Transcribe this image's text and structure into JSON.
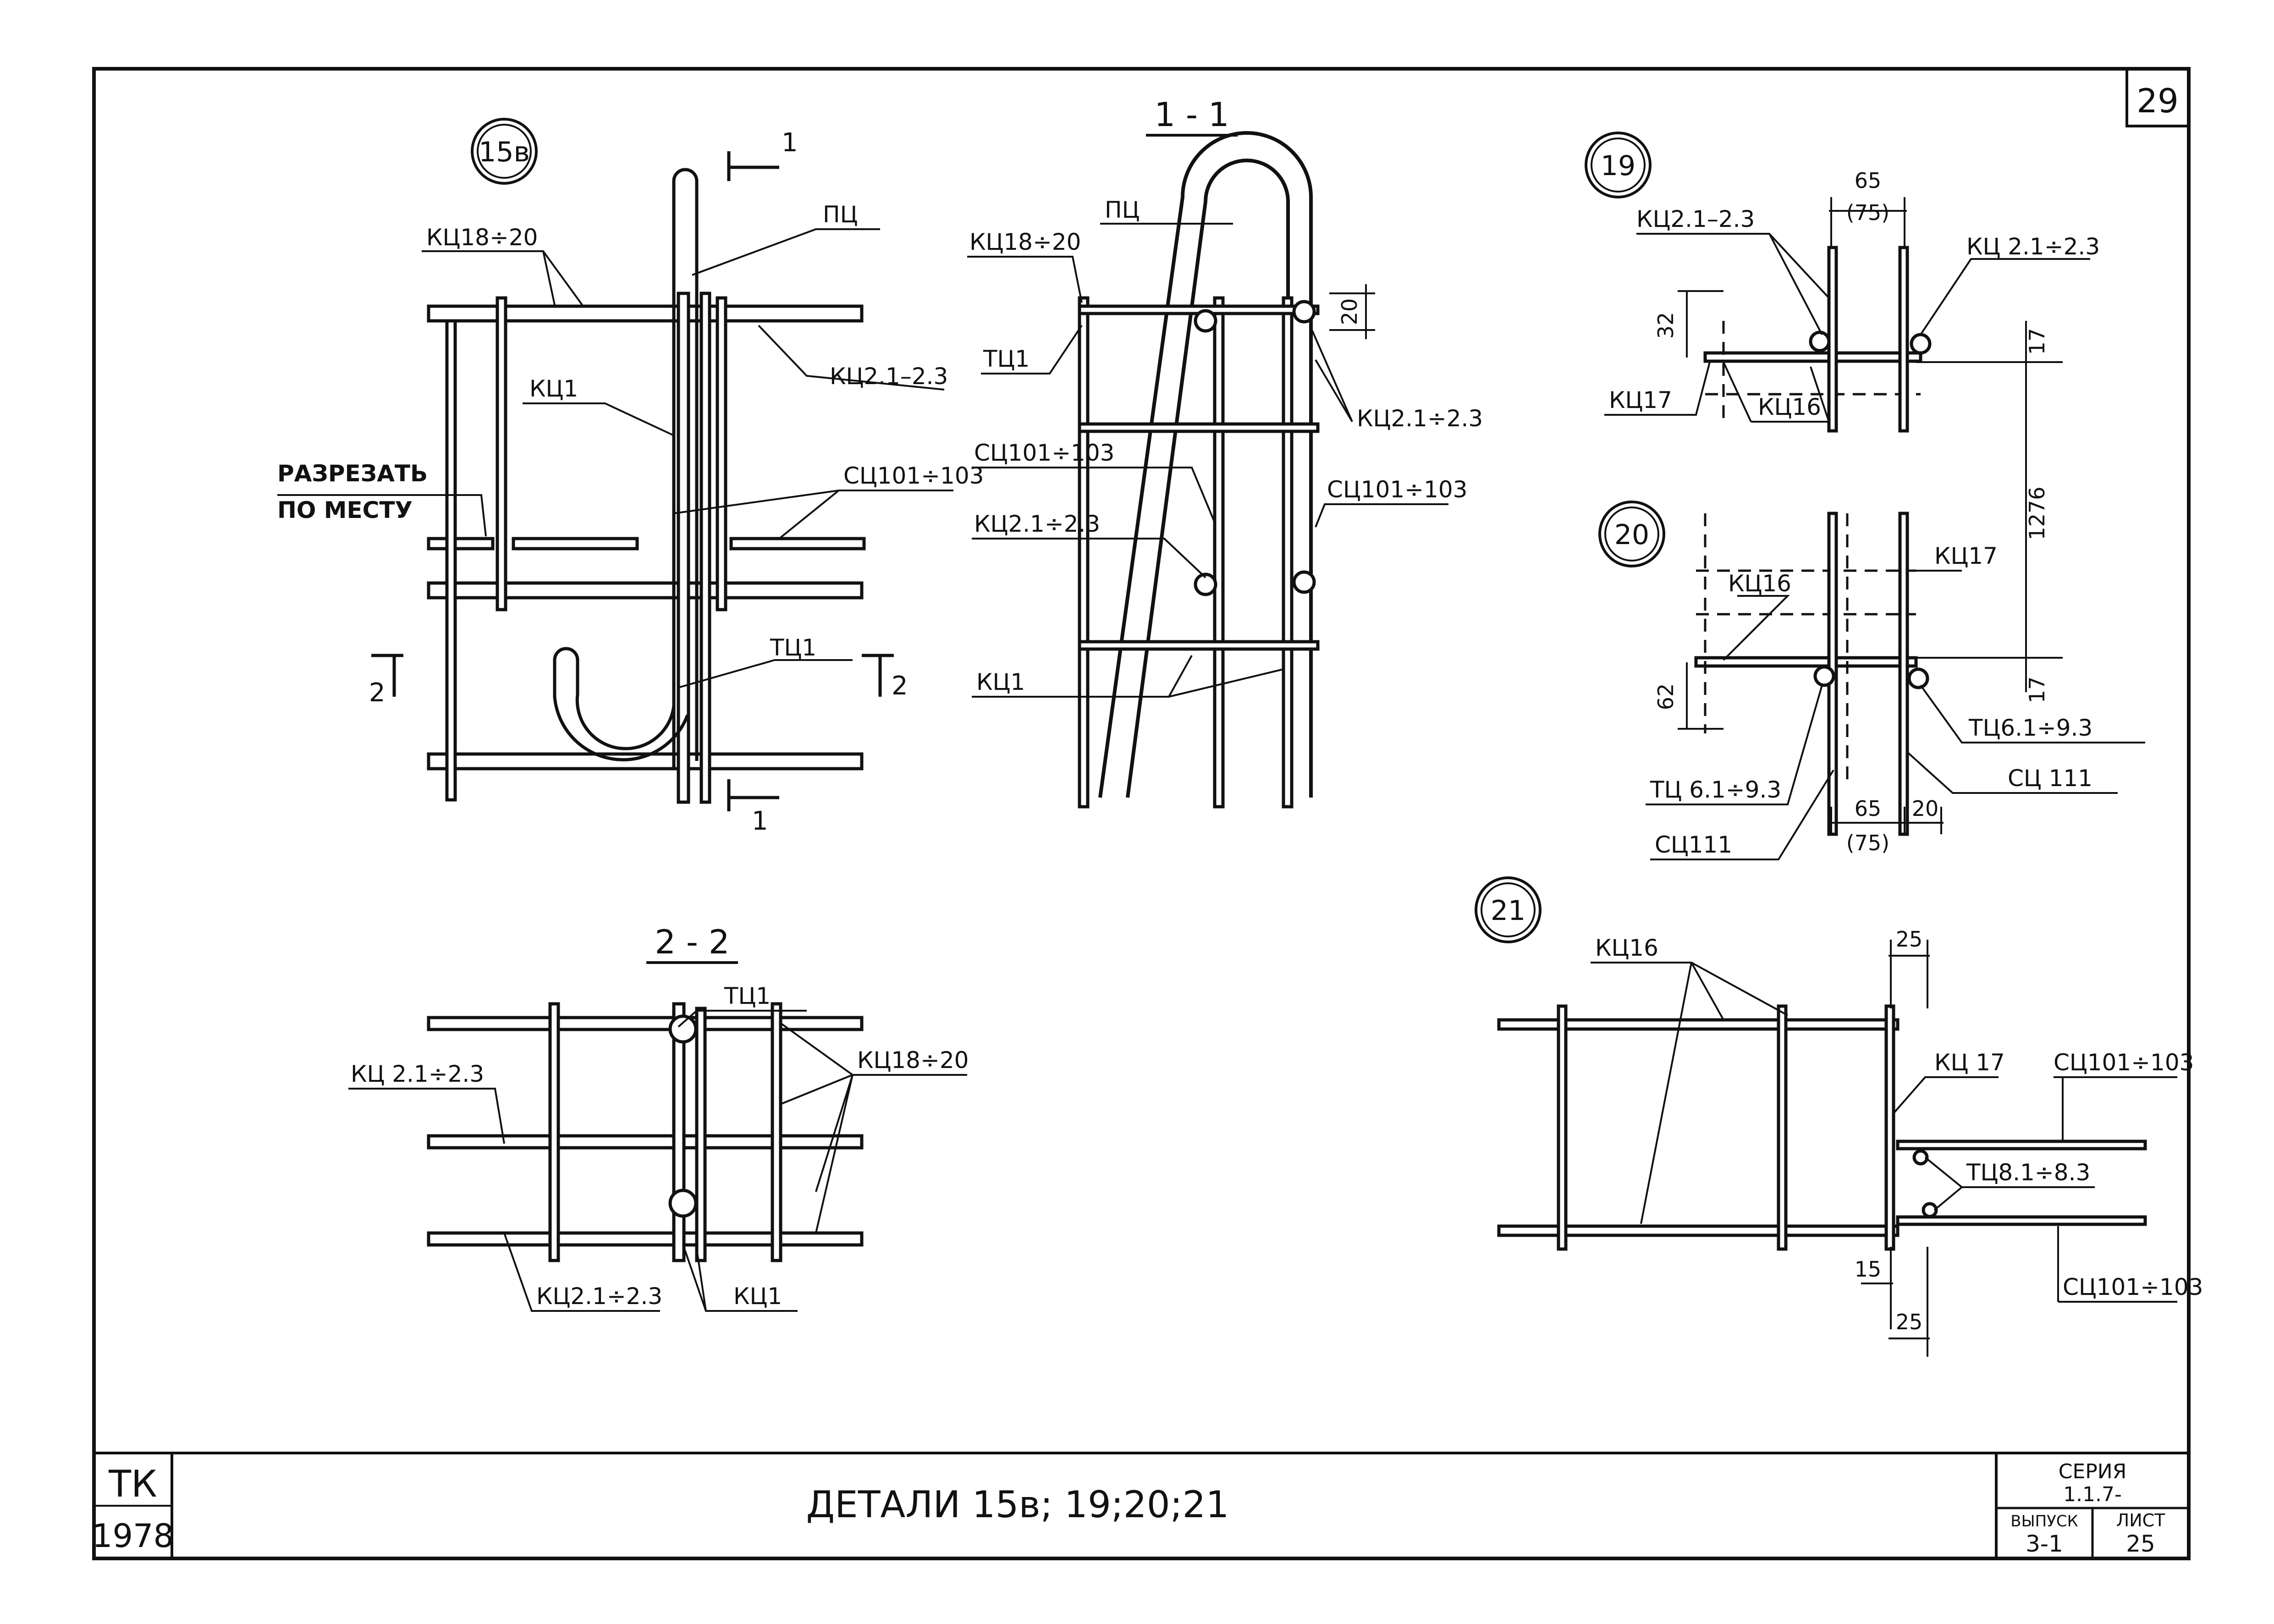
{
  "sheet": {
    "page_number": "29",
    "title": "ДЕТАЛИ 15в; 19;20;21",
    "stamp": {
      "org": "ТК",
      "year": "1978"
    },
    "series_label": "СЕРИЯ",
    "series_value": "1.1.7-",
    "issue_label": "ВЫПУСК",
    "issue_value": "3-1",
    "sheet_label": "ЛИСТ",
    "sheet_value": "25"
  },
  "details": {
    "d15v": {
      "marker": "15в",
      "labels": {
        "kc18_20": "КЦ18÷20",
        "pc": "ПЦ",
        "kc21_23": "КЦ2.1–2.3",
        "kc1": "КЦ1",
        "cut_1": "РАЗРЕЗАТЬ",
        "cut_2": "ПО МЕСТУ",
        "sc101_103": "СЦ101÷103",
        "tc1": "ТЦ1",
        "sec_1_top": "1",
        "sec_1_bot": "1",
        "sec_2_left": "2",
        "sec_2_right": "2"
      }
    },
    "s11": {
      "title": "1 - 1",
      "labels": {
        "pc": "ПЦ",
        "kc18_20": "КЦ18÷20",
        "tc1": "ТЦ1",
        "sc101_103_l": "СЦ101÷103",
        "kc21_23_l": "КЦ2.1÷2.3",
        "kc1": "КЦ1",
        "kc21_23_r": "КЦ2.1÷2.3",
        "sc101_103_r": "СЦ101÷103",
        "dim_20": "20"
      }
    },
    "s22": {
      "title": "2 - 2",
      "labels": {
        "tc1": "ТЦ1",
        "kc21_23_top": "КЦ 2.1÷2.3",
        "kc18_20": "КЦ18÷20",
        "kc21_23_bot": "КЦ2.1÷2.3",
        "kc1": "КЦ1"
      }
    },
    "d19": {
      "marker": "19",
      "labels": {
        "kc21_23_l": "КЦ2.1–2.3",
        "kc21_23_r": "КЦ 2.1÷2.3",
        "kc17": "КЦ17",
        "kc16": "КЦ16",
        "dim_65": "65",
        "dim_75": "(75)",
        "dim_32": "32",
        "dim_17": "17"
      }
    },
    "d20": {
      "marker": "20",
      "labels": {
        "kc17": "КЦ17",
        "kc16": "КЦ16",
        "tc61_93_r": "ТЦ6.1÷9.3",
        "tc61_93_l": "ТЦ 6.1÷9.3",
        "sc111_r": "СЦ 111",
        "sc111_l": "СЦ111",
        "dim_62": "62",
        "dim_17": "17",
        "dim_1276": "1276",
        "dim_65": "65",
        "dim_75": "(75)",
        "dim_20": "20"
      }
    },
    "d21": {
      "marker": "21",
      "labels": {
        "kc16": "КЦ16",
        "kc17": "КЦ 17",
        "sc101_103_top": "СЦ101÷103",
        "tc81_83": "ТЦ8.1÷8.3",
        "sc101_103_bot": "СЦ101÷103",
        "dim_25_top": "25",
        "dim_15": "15",
        "dim_25_bot": "25"
      }
    }
  }
}
